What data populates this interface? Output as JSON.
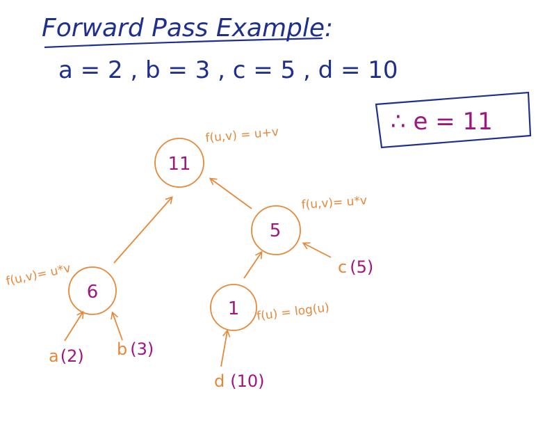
{
  "title": "Forward Pass Example:",
  "given": "a = 2 , b = 3 ,  c = 5 ,  d = 10",
  "result": "∴  e = 11",
  "colors": {
    "ink_blue": "#1f2f8f",
    "ink_magenta": "#a0157f",
    "ink_orange": "#e5883a"
  },
  "nodes": {
    "top": {
      "value": "11",
      "func": "f(u,v) = u+v"
    },
    "mult": {
      "value": "5",
      "func": "f(u,v)= u*v"
    },
    "left": {
      "value": "6",
      "func": "f(u,v)= u*v"
    },
    "log": {
      "value": "1",
      "func": "f(u) = log(u)"
    }
  },
  "leaves": {
    "a": {
      "name": "a",
      "value": "(2)"
    },
    "b": {
      "name": "b",
      "value": "(3)"
    },
    "c": {
      "name": "c",
      "value": "(5)"
    },
    "d": {
      "name": "d",
      "value": "(10)"
    }
  }
}
